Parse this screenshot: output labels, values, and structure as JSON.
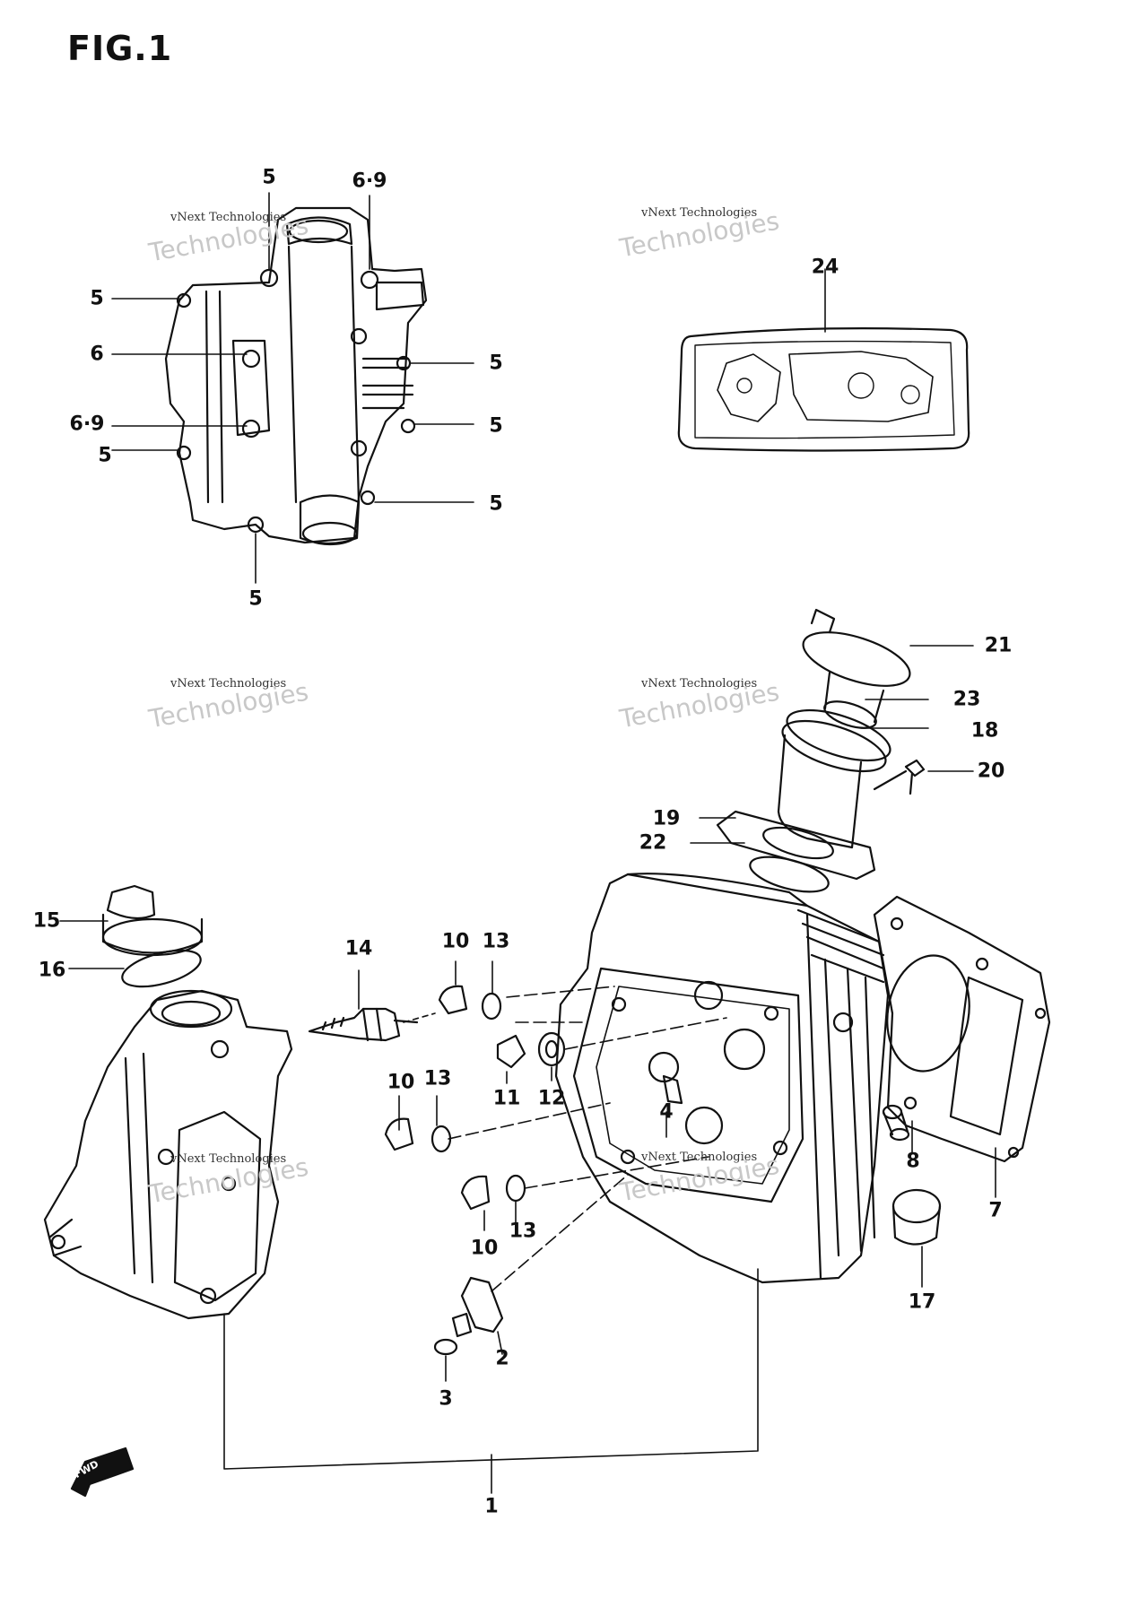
{
  "figure": {
    "title": "FIG.1",
    "direction_label": "FWD"
  },
  "watermark": {
    "line1": "vNext Technologies",
    "line2": "Technologies"
  },
  "callouts": {
    "c5a": "5",
    "c69a": "6·9",
    "c5b": "5",
    "c6": "6",
    "c69b": "6·9",
    "c5c": "5",
    "c5d": "5",
    "c5e": "5",
    "c5f": "5",
    "c5g": "5",
    "c24": "24",
    "c21": "21",
    "c23": "23",
    "c18": "18",
    "c20": "20",
    "c19": "19",
    "c22": "22",
    "c15": "15",
    "c16": "16",
    "c14": "14",
    "c10a": "10",
    "c13a": "13",
    "c11": "11",
    "c12": "12",
    "c10b": "10",
    "c13b": "13",
    "c4": "4",
    "c10c": "10",
    "c13c": "13",
    "c8": "8",
    "c7": "7",
    "c17": "17",
    "c2": "2",
    "c3": "3",
    "c1": "1"
  }
}
